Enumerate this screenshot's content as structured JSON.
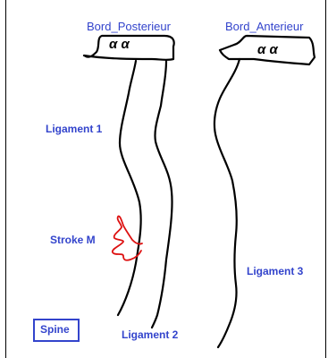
{
  "colors": {
    "label_blue": "#3344cc",
    "stroke_black": "#000000",
    "stroke_red": "#dd1111",
    "background": "#ffffff"
  },
  "labels": {
    "bord_posterieur": "Bord_Posterieur",
    "bord_anterieur": "Bord_Anterieur",
    "ligament_1": "Ligament 1",
    "ligament_2": "Ligament 2",
    "ligament_3": "Ligament 3",
    "stroke_m": "Stroke M",
    "spine": "Spine"
  },
  "handwriting": {
    "posterior_mark": "α α",
    "anterior_mark": "α α"
  }
}
